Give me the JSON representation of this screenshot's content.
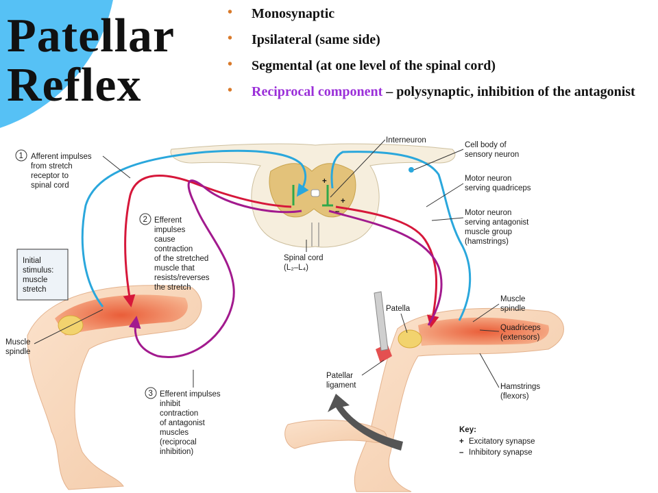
{
  "title": {
    "line1": "Patellar",
    "line2": "Reflex"
  },
  "bullets": [
    {
      "text": "Monosynaptic"
    },
    {
      "text": "Ipsilateral (same side)"
    },
    {
      "text": "Segmental (at one level of the spinal cord)"
    },
    {
      "highlight": "Reciprocal component",
      "text": " – polysynaptic, inhibition of the antagonist"
    }
  ],
  "colors": {
    "accent": "#56c1f5",
    "afferent": "#2aa7dc",
    "efferent": "#d6173a",
    "inhibitory": "#a21a8e",
    "interneuron": "#2fa84a",
    "highlight": "#9b30d9",
    "bullet": "#d97a2b"
  },
  "diagram": {
    "step1": [
      "Afferent impulses",
      "from stretch",
      "receptor to",
      "spinal cord"
    ],
    "step1_num": "1",
    "step2": [
      "Efferent",
      "impulses",
      "cause",
      "contraction",
      "of the stretched",
      "muscle that",
      "resists/reverses",
      "the stretch"
    ],
    "step2_num": "2",
    "step3": [
      "Efferent impulses",
      "inhibit",
      "contraction",
      "of antagonist",
      "muscles",
      "(reciprocal",
      "inhibition)"
    ],
    "step3_num": "3",
    "initial_stimulus": [
      "Initial",
      "stimulus:",
      "muscle",
      "stretch"
    ],
    "muscle_spindle_left": [
      "Muscle",
      "spindle"
    ],
    "interneuron": "Interneuron",
    "spinal_cord": [
      "Spinal cord",
      "(L₂–L₄)"
    ],
    "cell_body": [
      "Cell body of",
      "sensory neuron"
    ],
    "motor_quad": [
      "Motor neuron",
      "serving quadriceps"
    ],
    "motor_antag": [
      "Motor neuron",
      "serving antagonist",
      "muscle group",
      "(hamstrings)"
    ],
    "patella": "Patella",
    "muscle_spindle_right": [
      "Muscle",
      "spindle"
    ],
    "quadriceps": [
      "Quadriceps",
      "(extensors)"
    ],
    "patellar_ligament": [
      "Patellar",
      "ligament"
    ],
    "hamstrings": [
      "Hamstrings",
      "(flexors)"
    ],
    "key": {
      "title": "Key:",
      "items": [
        {
          "symbol": "+",
          "label": "Excitatory synapse"
        },
        {
          "symbol": "–",
          "label": "Inhibitory synapse"
        }
      ]
    },
    "synapse_plus": "+",
    "synapse_minus": "–"
  }
}
